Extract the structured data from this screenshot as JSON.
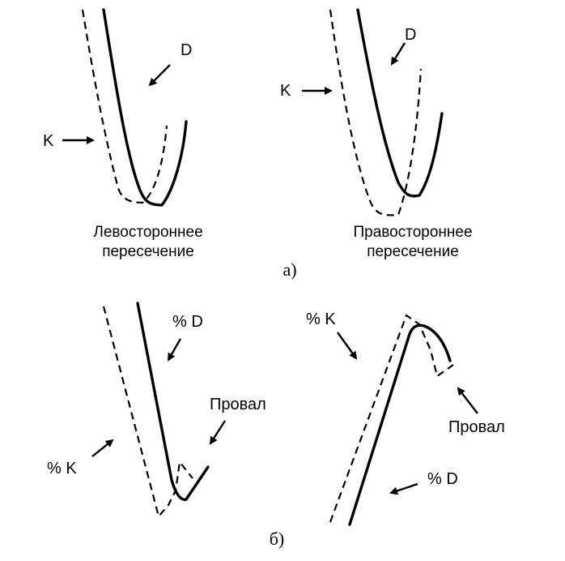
{
  "panel_a": {
    "caption": "а)",
    "left": {
      "d_label": "D",
      "k_label": "K",
      "title_line1": "Левостороннее",
      "title_line2": "пересечение"
    },
    "right": {
      "d_label": "D",
      "k_label": "K",
      "title_line1": "Правостороннее",
      "title_line2": "пересечение"
    }
  },
  "panel_b": {
    "caption": "б)",
    "left": {
      "d_label": "% D",
      "k_label": "% K",
      "failure_label": "Провал"
    },
    "right": {
      "k_label": "% K",
      "d_label": "% D",
      "failure_label": "Провал"
    }
  },
  "colors": {
    "ink": "#000000",
    "background": "#ffffff"
  }
}
